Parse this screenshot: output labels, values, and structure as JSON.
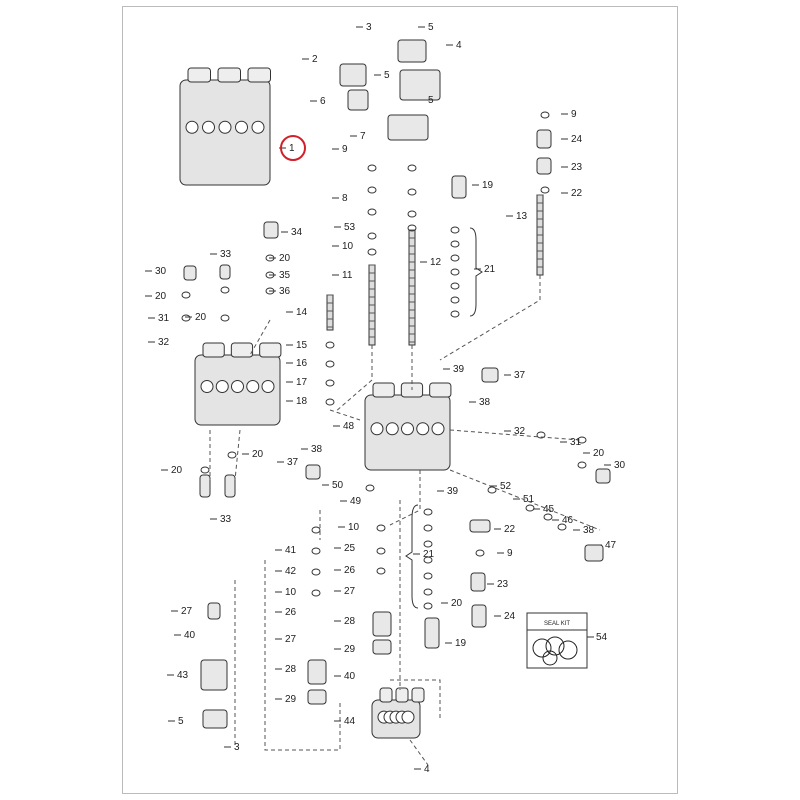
{
  "diagram": {
    "title_callout": "1",
    "seal_kit_label": "SEAL KIT",
    "seal_kit_callout": "54",
    "callouts": [
      "3",
      "5",
      "4",
      "2",
      "5",
      "6",
      "5",
      "7",
      "1",
      "9",
      "24",
      "23",
      "22",
      "9",
      "19",
      "8",
      "53",
      "10",
      "11",
      "12",
      "21",
      "13",
      "34",
      "33",
      "20",
      "35",
      "36",
      "30",
      "20",
      "31",
      "20",
      "32",
      "14",
      "15",
      "16",
      "17",
      "18",
      "39",
      "37",
      "38",
      "48",
      "32",
      "31",
      "20",
      "30",
      "38",
      "37",
      "20",
      "20",
      "33",
      "50",
      "49",
      "39",
      "52",
      "51",
      "45",
      "46",
      "38",
      "47",
      "10",
      "25",
      "26",
      "27",
      "28",
      "29",
      "40",
      "44",
      "21",
      "20",
      "22",
      "9",
      "23",
      "24",
      "19",
      "41",
      "42",
      "10",
      "26",
      "27",
      "28",
      "29",
      "27",
      "40",
      "43",
      "5",
      "3",
      "4"
    ],
    "highlight_color": "#d0202a"
  }
}
